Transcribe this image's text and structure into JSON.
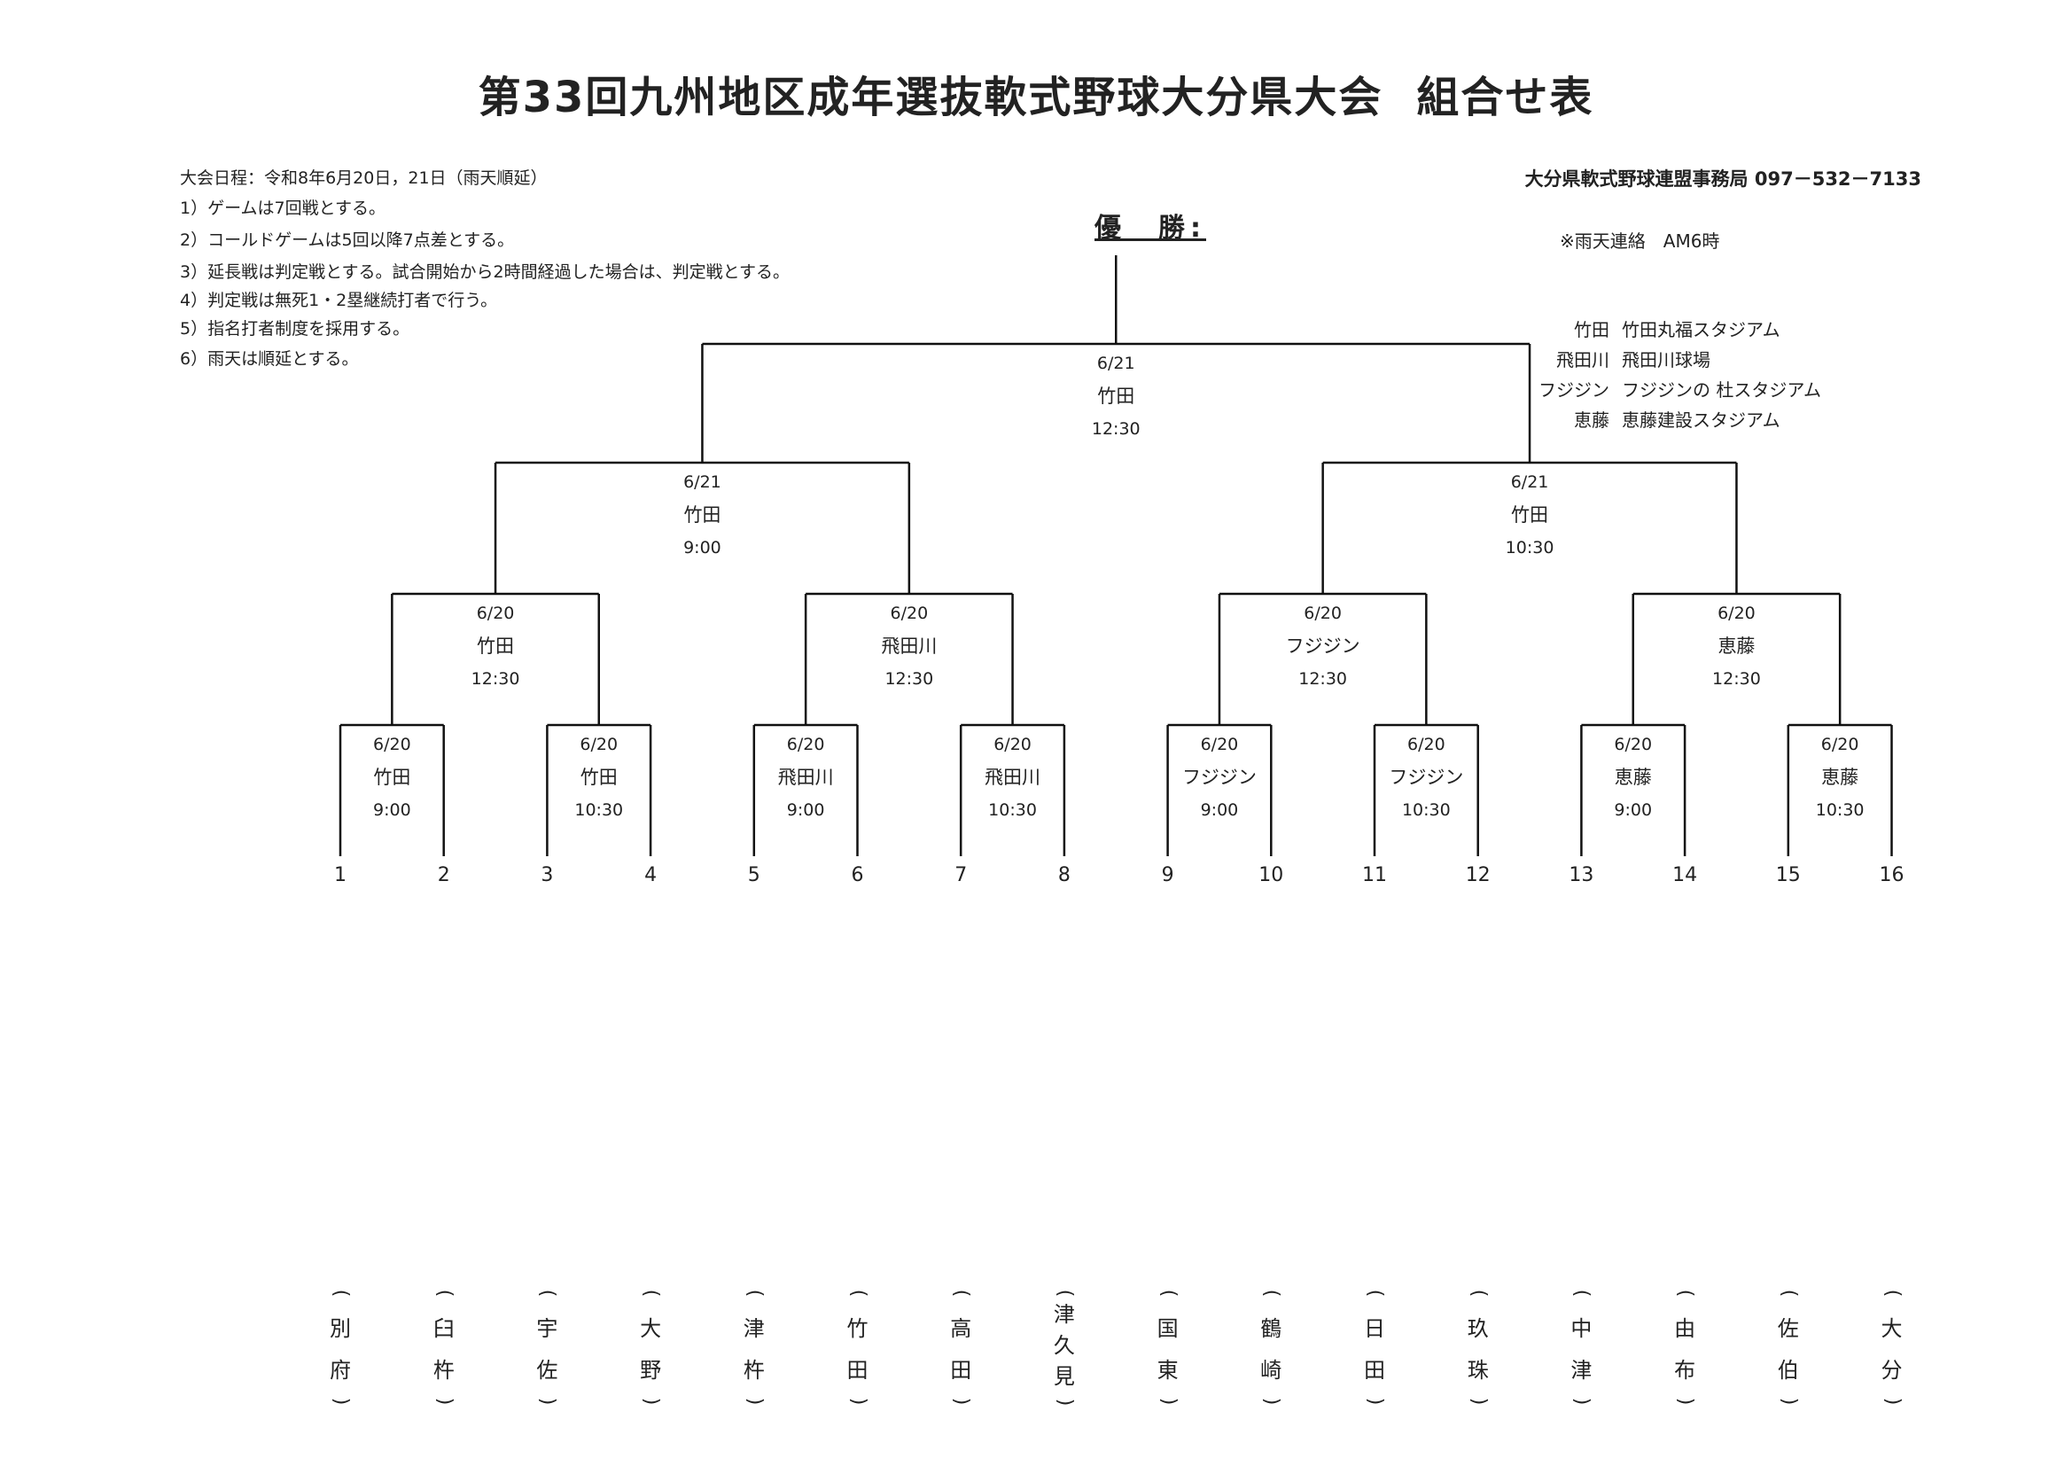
{
  "header": {
    "title": "第33回九州地区成年選抜軟式野球大分県大会",
    "subtitle": "組合せ表",
    "office": "大分県軟式野球連盟事務局 097－532－7133",
    "rain_contact": "※雨天連絡　AM6時"
  },
  "rules": [
    "大会日程：令和8年6月20日，21日（雨天順延）",
    "1）ゲームは7回戦とする。",
    "2）コールドゲームは5回以降7点差とする。",
    "3）延長戦は判定戦とする。試合開始から2時間経過した場合は、判定戦とする。",
    "4）判定戦は無死1・2塁継続打者で行う。",
    "5）指名打者制度を採用する。",
    "6）雨天は順延とする。"
  ],
  "venues": [
    {
      "short": "竹田",
      "full": "竹田丸福スタジアム"
    },
    {
      "short": "飛田川",
      "full": "飛田川球場"
    },
    {
      "short": "フジジン",
      "full": "フジジンの 杜スタジアム"
    },
    {
      "short": "恵藤",
      "full": "恵藤建設スタジアム"
    }
  ],
  "champion_label": "優　勝:",
  "rounds": {
    "final": [
      {
        "date": "6/21",
        "venue": "竹田",
        "time": "12:30"
      }
    ],
    "semi": [
      {
        "date": "6/21",
        "venue": "竹田",
        "time": "9:00"
      },
      {
        "date": "6/21",
        "venue": "竹田",
        "time": "10:30"
      }
    ],
    "quarter": [
      {
        "date": "6/20",
        "venue": "竹田",
        "time": "12:30"
      },
      {
        "date": "6/20",
        "venue": "飛田川",
        "time": "12:30"
      },
      {
        "date": "6/20",
        "venue": "フジジン",
        "time": "12:30"
      },
      {
        "date": "6/20",
        "venue": "恵藤",
        "time": "12:30"
      }
    ],
    "first": [
      {
        "date": "6/20",
        "venue": "竹田",
        "time": "9:00"
      },
      {
        "date": "6/20",
        "venue": "竹田",
        "time": "10:30"
      },
      {
        "date": "6/20",
        "venue": "飛田川",
        "time": "9:00"
      },
      {
        "date": "6/20",
        "venue": "飛田川",
        "time": "10:30"
      },
      {
        "date": "6/20",
        "venue": "フジジン",
        "time": "9:00"
      },
      {
        "date": "6/20",
        "venue": "フジジン",
        "time": "10:30"
      },
      {
        "date": "6/20",
        "venue": "恵藤",
        "time": "9:00"
      },
      {
        "date": "6/20",
        "venue": "恵藤",
        "time": "10:30"
      }
    ]
  },
  "slots": [
    "1",
    "2",
    "3",
    "4",
    "5",
    "6",
    "7",
    "8",
    "9",
    "10",
    "11",
    "12",
    "13",
    "14",
    "15",
    "16"
  ],
  "teams": [
    "別府",
    "臼杵",
    "宇佐",
    "大野",
    "津杵",
    "竹田",
    "高田",
    "津久見",
    "国東",
    "鶴崎",
    "日田",
    "玖珠",
    "中津",
    "由布",
    "佐伯",
    "大分"
  ]
}
